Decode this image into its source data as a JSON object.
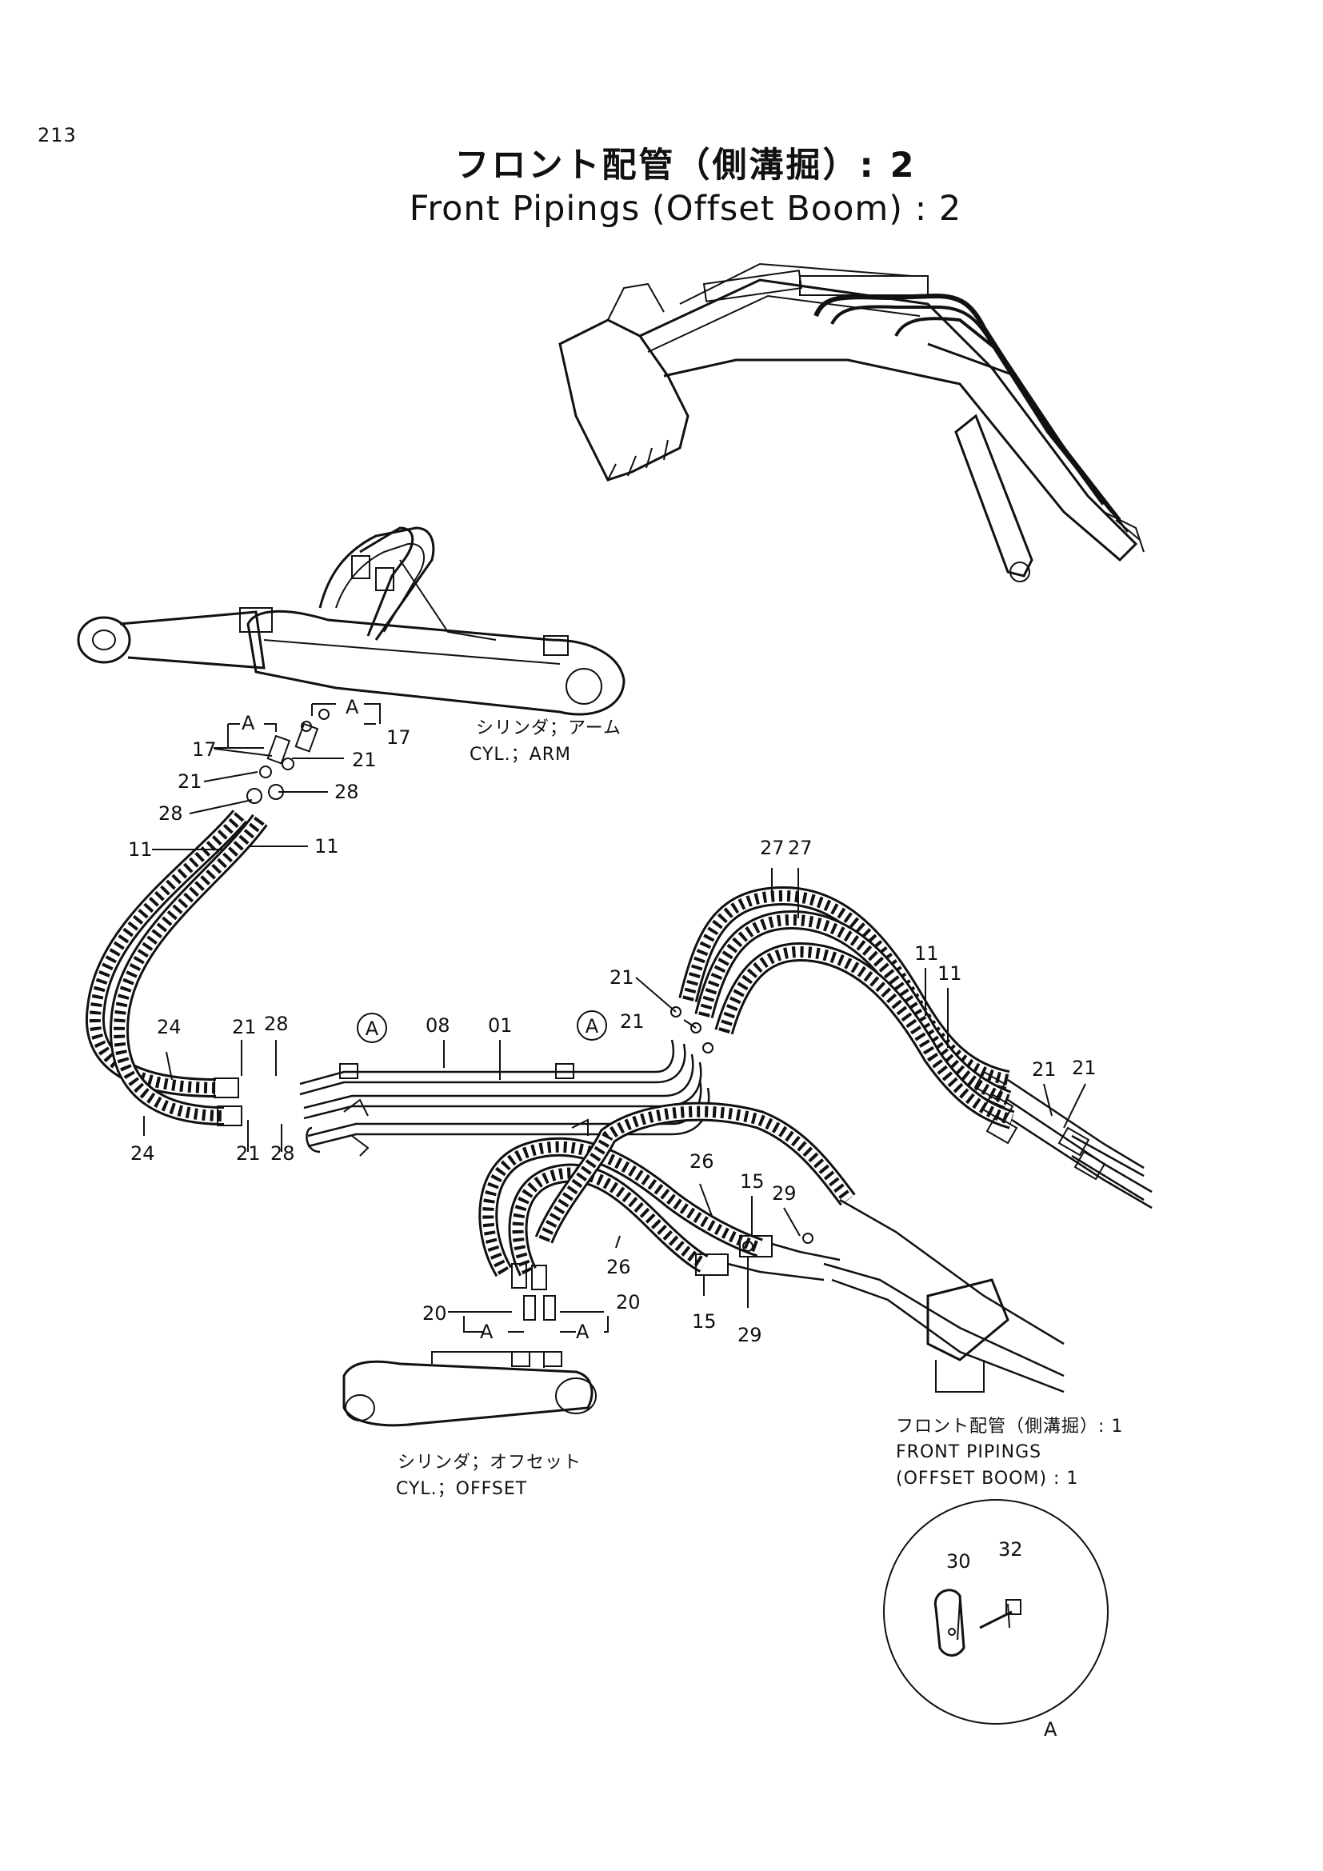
{
  "page": {
    "number": "213",
    "title_jp": "フロント配管（側溝掘）: 2",
    "title_en": "Front Pipings (Offset Boom) : 2"
  },
  "callouts": {
    "c17_left": "17",
    "c17_right": "17",
    "c21_a": "21",
    "c21_b": "21",
    "c21_c": "21",
    "c21_d": "21",
    "c21_e": "21",
    "c21_f": "21",
    "c21_g": "21",
    "c21_h": "21",
    "c28_a": "28",
    "c28_b": "28",
    "c28_c": "28",
    "c28_d": "28",
    "c11_a": "11",
    "c11_b": "11",
    "c11_c": "11",
    "c11_d": "11",
    "c24_a": "24",
    "c24_b": "24",
    "c08": "08",
    "c01": "01",
    "c27_a": "27",
    "c27_b": "27",
    "c26_a": "26",
    "c26_b": "26",
    "c15_a": "15",
    "c15_b": "15",
    "c29_a": "29",
    "c29_b": "29",
    "c20_a": "20",
    "c20_b": "20",
    "c30": "30",
    "c32": "32",
    "ref_a": "A",
    "ref_a2": "A",
    "ref_a3": "A",
    "ref_a4": "A",
    "ref_a5": "A",
    "ref_a6": "A",
    "detail_a": "A"
  },
  "notes": {
    "cyl_arm_jp": "シリンダ；アーム",
    "cyl_arm_en": "CYL.；ARM",
    "cyl_offset_jp": "シリンダ；オフセット",
    "cyl_offset_en": "CYL.；OFFSET",
    "front_pipings_jp": "フロント配管（側溝掘）: 1",
    "front_pipings_en1": "FRONT PIPINGS",
    "front_pipings_en2": "(OFFSET BOOM) : 1"
  }
}
